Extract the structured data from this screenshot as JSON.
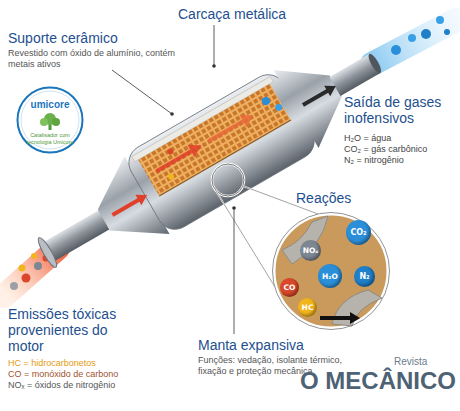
{
  "diagram": {
    "nodes": [
      {
        "text": [
          "umicore",
          "Catalisador com tecnologia Umicore"
        ]
      },
      {
        "text": [
          "Reações",
          "NOₓ",
          "CO₂",
          "H₂O",
          "N₂",
          "CO",
          "HC"
        ]
      }
    ],
    "labels": [
      "Carcaça metálica",
      "Suporte cerâmico",
      "Revestido com óxido de alumínio, contém metais ativos",
      "Saída de gases inofensivos",
      "H₂O = água",
      "CO₂ = gás carbônico",
      "N₂ = nitrogênio",
      "Emissões tóxicas provenientes do motor",
      "HC = hidrocarbonetos",
      "CO = monóxido de carbono",
      "NOₓ = óxidos de nitrogênio",
      "Manta expansiva",
      "Funções: vedação, isolante térmico, fixação e proteção mecânica",
      "Revista",
      "O MECÂNICO"
    ]
  }
}
